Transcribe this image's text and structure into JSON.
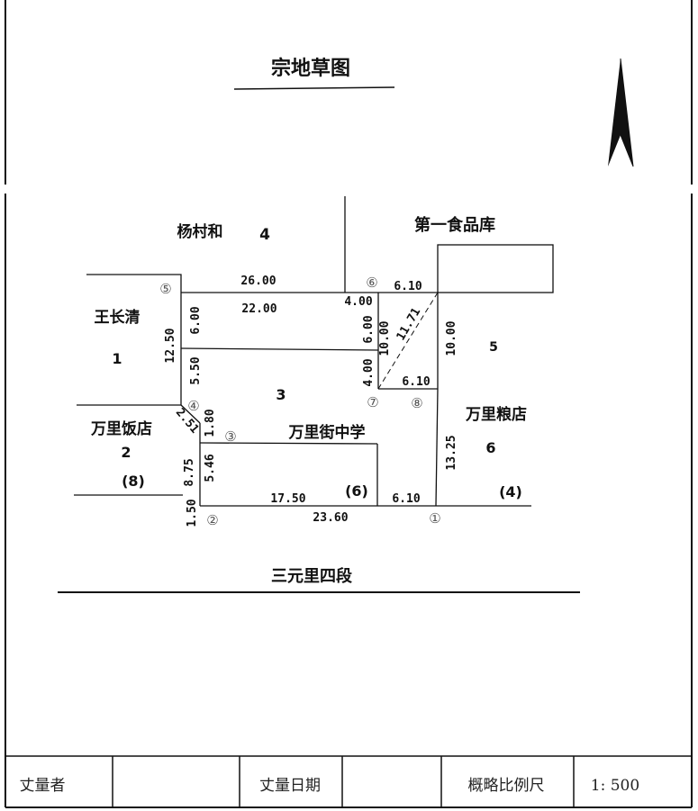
{
  "title": "宗地草图",
  "road": "三元里四段",
  "neighbors": {
    "north": {
      "name": "杨村和",
      "no": "4"
    },
    "northeast": {
      "name": "第一食品库",
      "no": "5"
    },
    "west": {
      "name": "王长清",
      "no": "1"
    },
    "southwest": {
      "name": "万里饭店",
      "no": "2",
      "sub": "(8)"
    },
    "east": {
      "name": "万里粮店",
      "no": "6",
      "sub": "(4)"
    }
  },
  "parcel": {
    "name": "万里街中学",
    "no": "3",
    "sub": "(6)"
  },
  "points": [
    "①",
    "②",
    "③",
    "④",
    "⑤",
    "⑥",
    "⑦",
    "⑧"
  ],
  "dims": {
    "d2600": "26.00",
    "d2200": "22.00",
    "d400a": "4.00",
    "d610a": "6.10",
    "d600a": "6.00",
    "d1250": "12.50",
    "d550": "5.50",
    "d600b": "6.00",
    "d1000a": "10.00",
    "d1171": "11.71",
    "d1000b": "10.00",
    "d400b": "4.00",
    "d610b": "6.10",
    "d180": "1.80",
    "d251": "2.51",
    "d546": "5.46",
    "d875": "8.75",
    "d150": "1.50",
    "d1750": "17.50",
    "d2360": "23.60",
    "d610c": "6.10",
    "d1325": "13.25"
  },
  "footer": {
    "surveyor_label": "丈量者",
    "surveyor_value": "",
    "date_label": "丈量日期",
    "date_value": "",
    "scale_label": "概略比例尺",
    "scale_value": "1: 500"
  },
  "north_arrow_icon": "north-arrow-icon"
}
